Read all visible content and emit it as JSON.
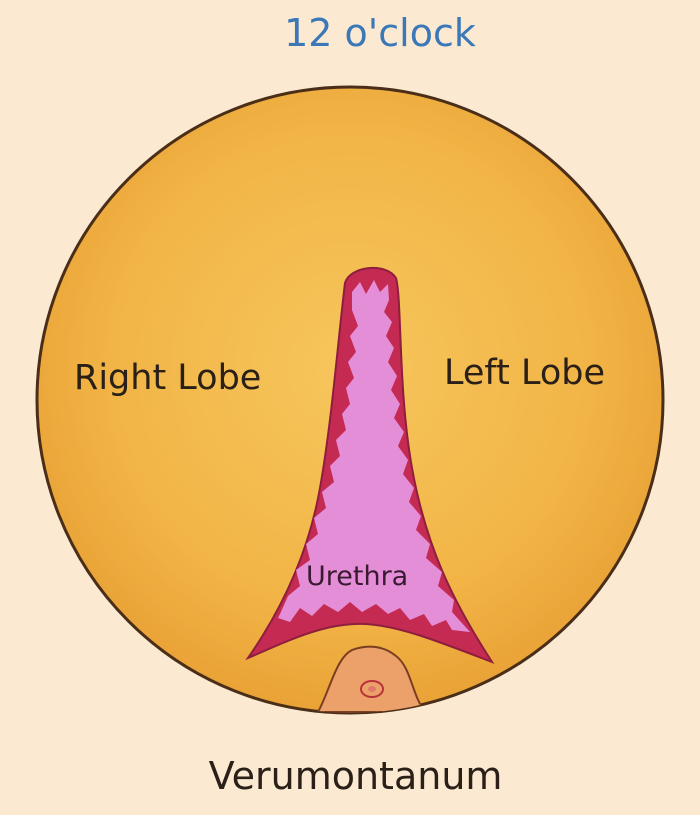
{
  "labels": {
    "top": "12 o'clock",
    "right_lobe": "Right Lobe",
    "left_lobe": "Left Lobe",
    "urethra": "Urethra",
    "bottom": "Verumontanum"
  },
  "colors": {
    "background": "#fbe9d2",
    "lobe_fill": "#f2b446",
    "lobe_outline": "#4a2e18",
    "urethra_fill": "#e58ed8",
    "urethra_edge": "#c42a52",
    "verumontanum_fill": "#eca06a",
    "top_label": "#3b78b8"
  }
}
